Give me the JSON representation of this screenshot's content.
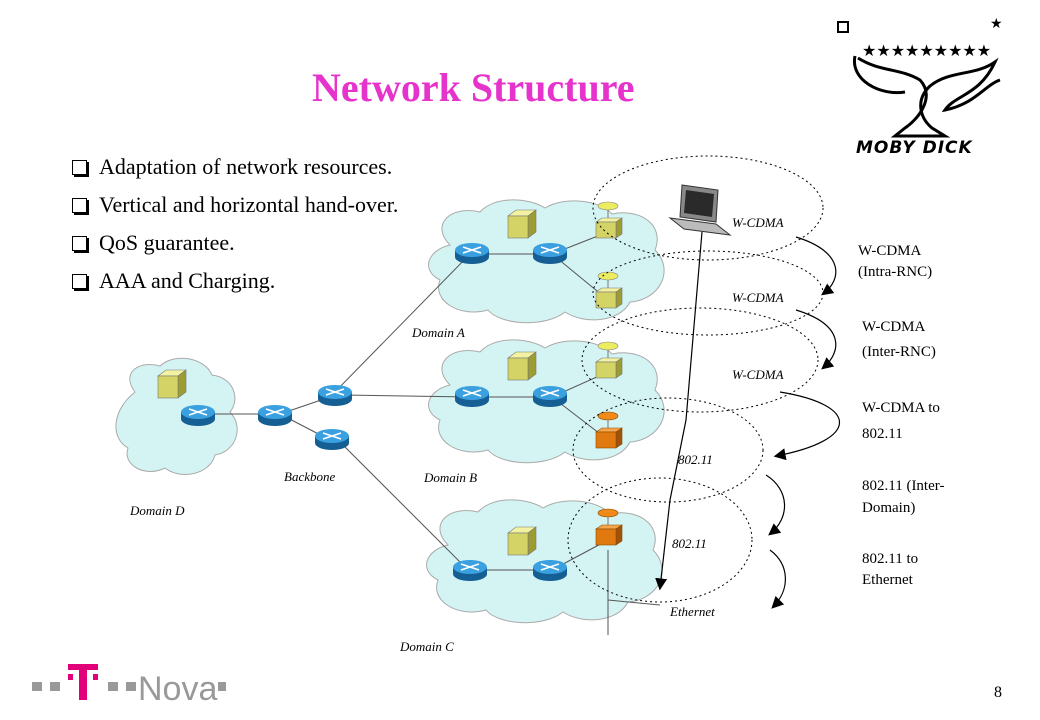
{
  "slide": {
    "title": "Network Structure",
    "page_number": "8",
    "bullets": [
      "Adaptation of network resources.",
      "Vertical and horizontal hand-over.",
      "QoS guarantee.",
      "AAA and Charging."
    ]
  },
  "logos": {
    "project": "MOBY DICK",
    "company": "T · · Nova"
  },
  "diagram": {
    "domains": {
      "a": "Domain A",
      "b": "Domain B",
      "c": "Domain C",
      "d": "Domain D",
      "backbone": "Backbone"
    },
    "cells": {
      "wcdma1": "W-CDMA",
      "wcdma2": "W-CDMA",
      "wcdma3": "W-CDMA",
      "wlan1": "802.11",
      "wlan2": "802.11",
      "ethernet": "Ethernet"
    },
    "handovers": [
      [
        "W-CDMA",
        "(Intra-RNC)"
      ],
      [
        "W-CDMA",
        "(Inter-RNC)"
      ],
      [
        "W-CDMA to",
        "802.11"
      ],
      [
        "802.11 (Inter-",
        "Domain)"
      ],
      [
        "802.11  to",
        "Ethernet"
      ]
    ]
  },
  "colors": {
    "title": "#e633cc",
    "cloud": "#d4f4f4",
    "router": "#1f7fc0",
    "wcdma_antenna": "#e6e65a",
    "wlan_antenna": "#e07a10",
    "tnova_magenta": "#e2007a"
  }
}
